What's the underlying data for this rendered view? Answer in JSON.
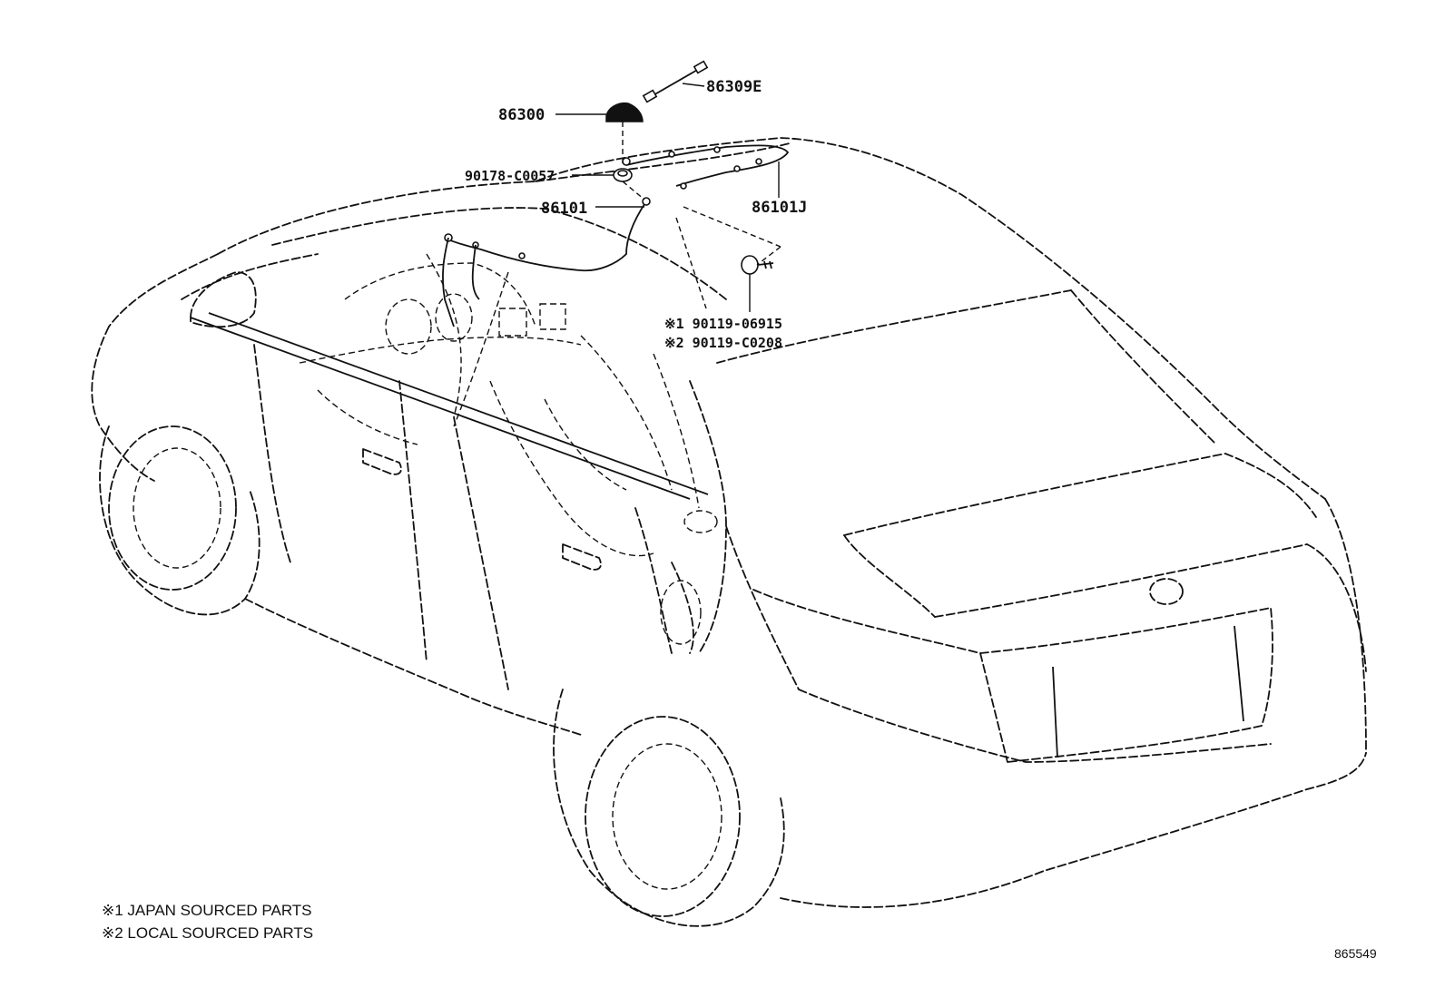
{
  "callouts": {
    "antenna_cable_top": "86309E",
    "antenna_base": "86300",
    "clip": "90178-C0057",
    "antenna_cord": "86101",
    "antenna_cord_roof": "86101J",
    "bolt_japan": "※1 90119-06915",
    "bolt_local": "※2 90119-C0208"
  },
  "legend": {
    "note1": "※1  JAPAN SOURCED PARTS",
    "note2": "※2  LOCAL SOURCED PARTS"
  },
  "figure_number": "865549"
}
